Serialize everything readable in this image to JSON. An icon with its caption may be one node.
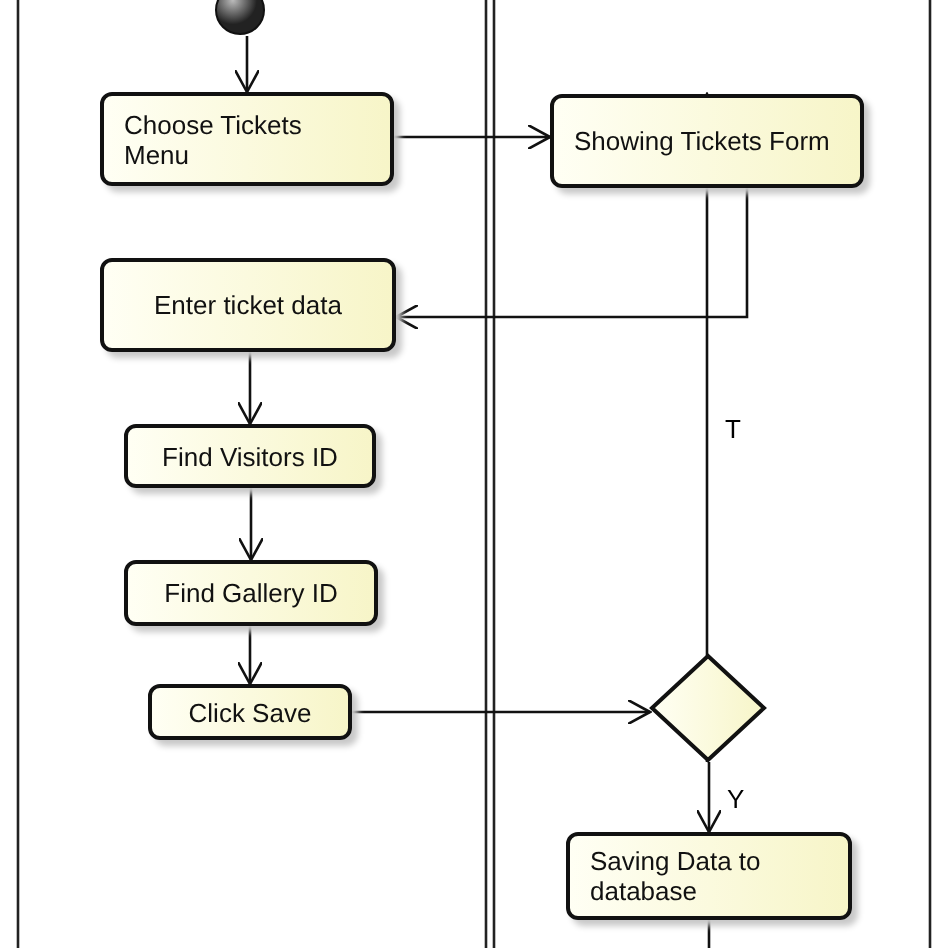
{
  "diagram": {
    "nodes": [
      {
        "text": [],
        "shape": "circle"
      },
      {
        "text": [
          "Choose Tickets Menu"
        ]
      },
      {
        "text": [
          "Showing Tickets Form"
        ]
      },
      {
        "text": [
          "Enter ticket data"
        ]
      },
      {
        "text": [
          "Find Visitors ID"
        ]
      },
      {
        "text": [
          "Find Gallery ID"
        ]
      },
      {
        "text": [
          "Click Save"
        ]
      },
      {
        "text": [],
        "shape": "diamond"
      },
      {
        "text": [
          "Saving Data to database"
        ]
      }
    ],
    "edges": [
      {
        "from": 0,
        "to": 1,
        "arrow": "to"
      },
      {
        "from": 1,
        "to": 2,
        "arrow": "to"
      },
      {
        "from": 2,
        "to": 3,
        "arrow": "to"
      },
      {
        "from": 3,
        "to": 4,
        "arrow": "to"
      },
      {
        "from": 4,
        "to": 5,
        "arrow": "to"
      },
      {
        "from": 5,
        "to": 6,
        "arrow": "to"
      },
      {
        "from": 6,
        "to": 7,
        "arrow": "to"
      },
      {
        "from": 7,
        "to": 2,
        "label": "T",
        "arrow": "to"
      },
      {
        "from": 7,
        "to": 8,
        "label": "Y",
        "arrow": "to"
      },
      {
        "from": 8,
        "to": null,
        "arrow": "none"
      }
    ]
  }
}
